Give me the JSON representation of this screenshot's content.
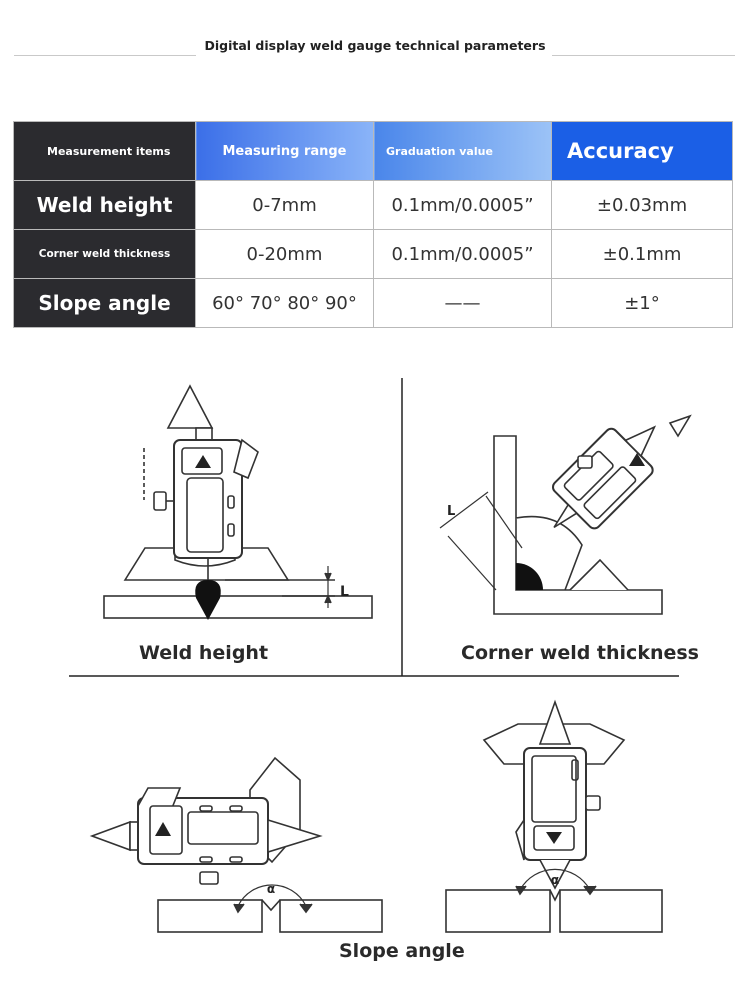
{
  "header": {
    "title": "Digital display weld gauge technical parameters"
  },
  "table": {
    "headers": [
      "Measurement items",
      "Measuring range",
      "Graduation value",
      "Accuracy"
    ],
    "rows": [
      [
        "Weld height",
        "0-7mm",
        "0.1mm/0.0005”",
        "±0.03mm"
      ],
      [
        "Corner weld thickness",
        "0-20mm",
        "0.1mm/0.0005”",
        "±0.1mm"
      ],
      [
        "Slope angle",
        "60° 70° 80° 90°",
        "——",
        "±1°"
      ]
    ]
  },
  "diagrams": {
    "weld_height_label": "Weld height",
    "corner_label": "Corner weld thickness",
    "slope_label": "Slope angle",
    "dim_L": "L",
    "alpha": "α"
  }
}
